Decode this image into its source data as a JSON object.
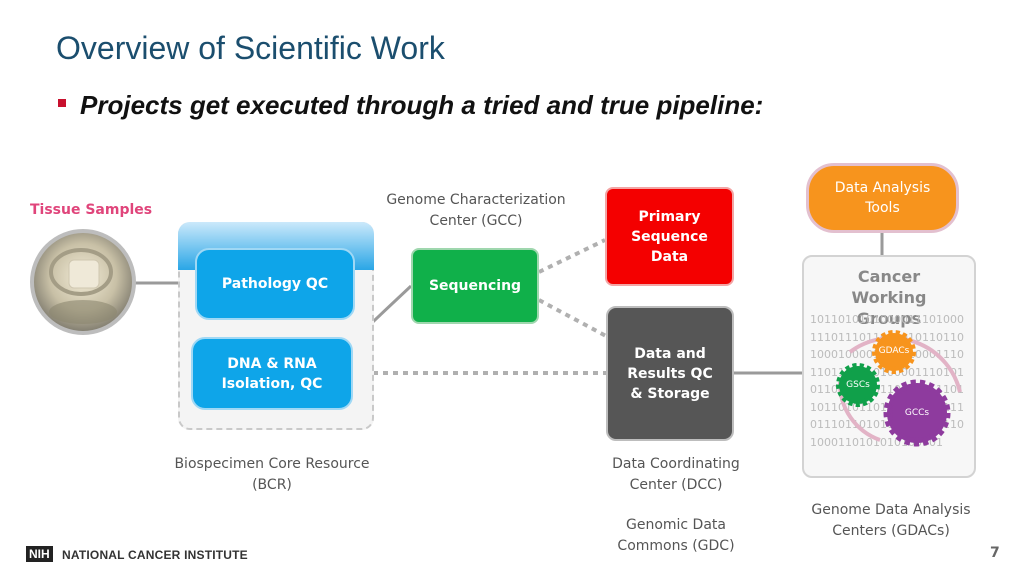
{
  "slide": {
    "title": "Overview of Scientific Work",
    "bullet": "Projects get executed through a tried and true pipeline:",
    "page_number": "7"
  },
  "diagram": {
    "tissue_label": "Tissue Samples",
    "gcc_label": "Genome Characterization Center (GCC)",
    "nodes": {
      "pathology_qc": "Pathology QC",
      "dna_rna": "DNA & RNA Isolation, QC",
      "sequencing": "Sequencing",
      "primary_sequence_data": "Primary Sequence Data",
      "data_results_qc": "Data and Results QC & Storage",
      "data_analysis_tools": "Data Analysis Tools",
      "cancer_working_groups": "Cancer Working Groups"
    },
    "binary_text": "10110101010000111010001110111011011010110110100010000110101000111011011110101000011101010110110110110110011101101101011010101000111101110110101010000011101000110101010100001",
    "gears": {
      "gdacs": "GDACs",
      "gscs": "GSCs",
      "gccs": "GCCs"
    },
    "bcr_label": "Biospecimen Core Resource (BCR)",
    "dcc_label": "Data Coordinating Center (DCC)",
    "gdc_label": "Genomic Data Commons (GDC)",
    "gdac_label": "Genome Data Analysis Centers (GDACs)"
  },
  "footer": {
    "nih": "NIH",
    "institute": "NATIONAL CANCER INSTITUTE"
  },
  "colors": {
    "title": "#1b4e6e",
    "bullet_square": "#c8102e",
    "tissue_label": "#e0457b",
    "bcr_box": "#0ea5e9",
    "sequencing": "#10b04a",
    "primary_data": "#f40000",
    "dcc_box": "#565656",
    "analysis_tools": "#f7941d",
    "gear_gdacs": "#f7941d",
    "gear_gscs": "#10a04a",
    "gear_gccs": "#8e3b9e"
  }
}
